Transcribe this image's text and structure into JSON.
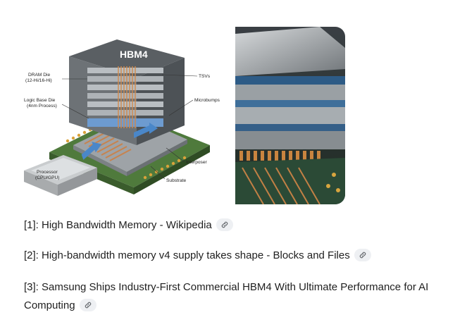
{
  "diagram": {
    "title": "HBM4",
    "labels": {
      "dram_die": "DRAM Die",
      "dram_die_sub": "(12-Hi/16-Hi)",
      "logic_die": "Logic Base Die",
      "logic_die_sub": "(4nm Process)",
      "tsvs": "TSVs",
      "microbumps": "Microbumps",
      "interposer": "Interposer",
      "substrate": "Substrate",
      "processor": "Processor",
      "processor_sub": "(CPU/GPU)"
    }
  },
  "references": [
    {
      "text": "[1]: High Bandwidth Memory - Wikipedia",
      "icon": "link-icon"
    },
    {
      "text": "[2]: High-bandwidth memory v4 supply takes shape - Blocks and Files",
      "icon": "link-icon"
    },
    {
      "text": "[3]: Samsung Ships Industry-First Commercial HBM4 With Ultimate Performance for AI Computing",
      "icon": "link-icon"
    }
  ],
  "colors": {
    "chip_bg": "#eef0f3",
    "substrate_green": "#4f7a3c",
    "die_gray": "#8d9296",
    "copper": "#c7834e"
  }
}
